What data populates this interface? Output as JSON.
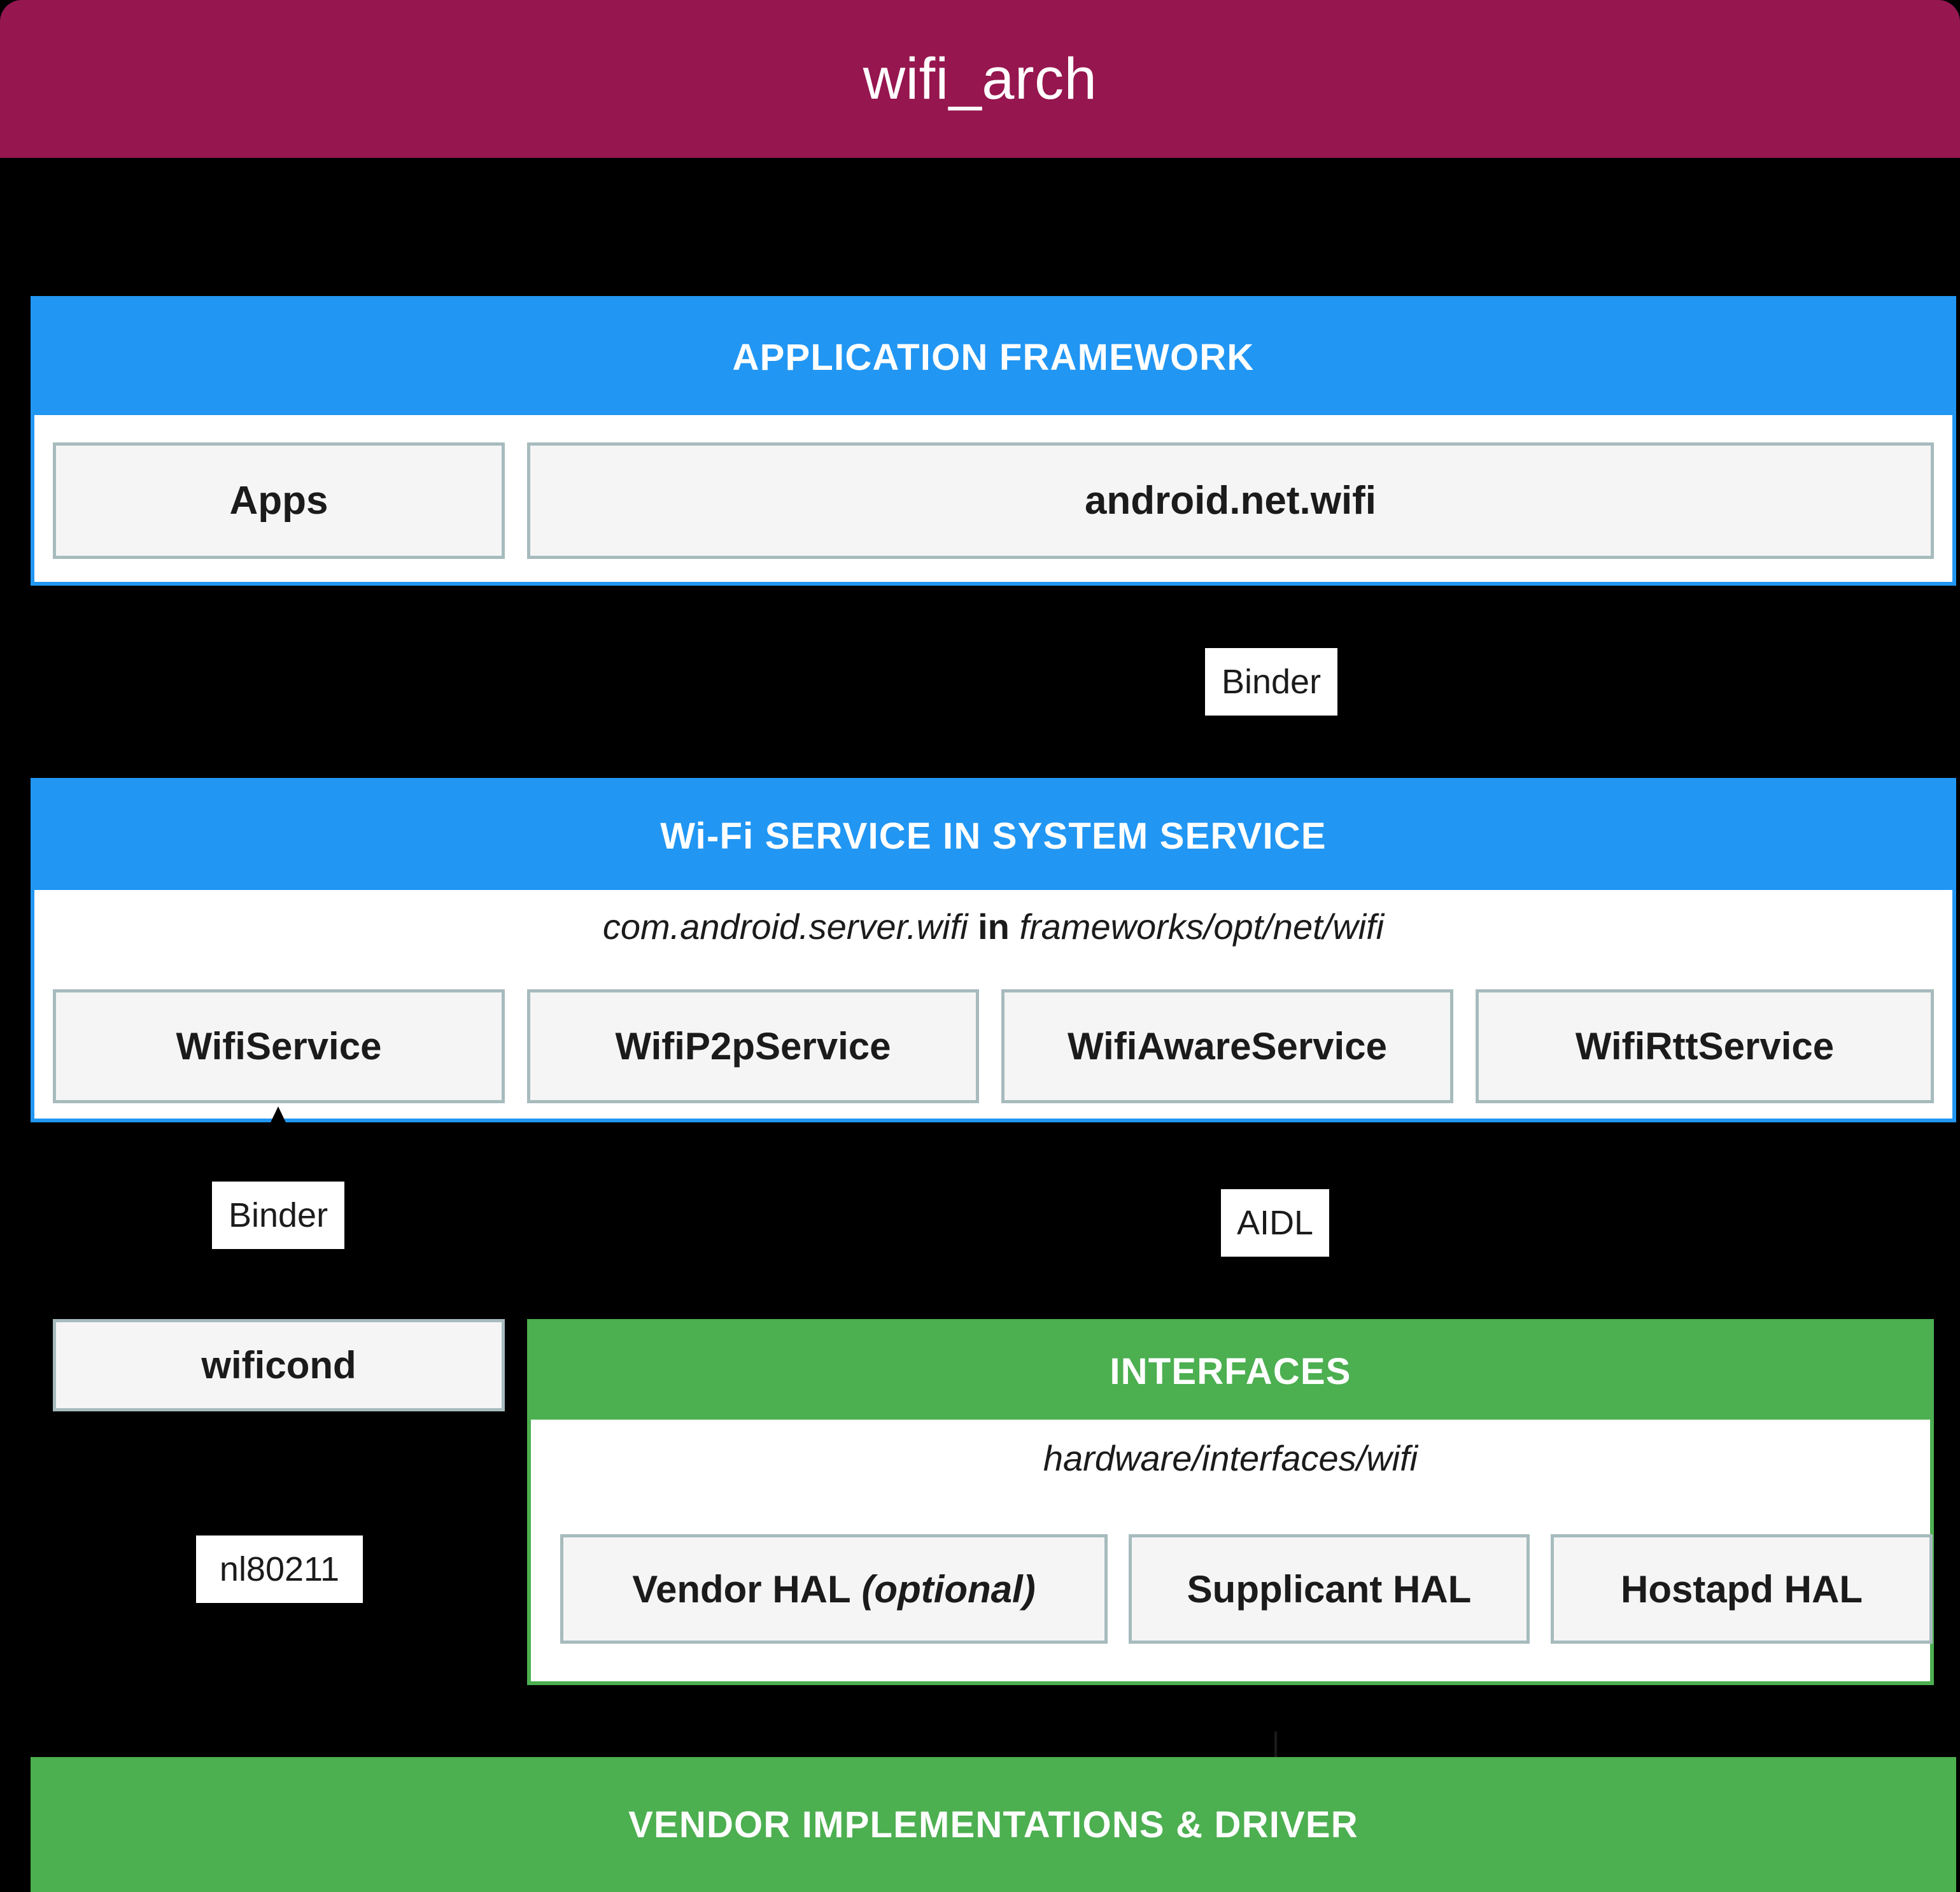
{
  "window": {
    "title": "wifi_arch",
    "title_bar_color": "#96164f",
    "background_color": "#000000"
  },
  "colors": {
    "framework_accent": "#2196f3",
    "vendor_accent": "#4caf50",
    "box_fill": "#f5f5f5",
    "box_border": "#a7bbbd",
    "text": "#1b1b1b"
  },
  "layers": {
    "application_framework": {
      "header": "APPLICATION FRAMEWORK",
      "boxes": [
        {
          "label": "Apps"
        },
        {
          "label": "android.net.wifi"
        }
      ]
    },
    "wifi_service": {
      "header": "Wi-Fi SERVICE IN SYSTEM SERVICE",
      "path_prefix": "com.android.server.wifi",
      "path_joiner": "in",
      "path_suffix": "frameworks/opt/net/wifi",
      "boxes": [
        {
          "label": "WifiService"
        },
        {
          "label": "WifiP2pService"
        },
        {
          "label": "WifiAwareService"
        },
        {
          "label": "WifiRttService"
        }
      ]
    },
    "wificond": {
      "label": "wificond"
    },
    "interfaces": {
      "header": "INTERFACES",
      "path": "hardware/interfaces/wifi",
      "boxes": [
        {
          "label": "Vendor HAL",
          "optional_suffix": "(optional)"
        },
        {
          "label": "Supplicant HAL",
          "optional_suffix": ""
        },
        {
          "label": "Hostapd HAL",
          "optional_suffix": ""
        }
      ]
    },
    "vendor": {
      "header": "VENDOR IMPLEMENTATIONS & DRIVER"
    }
  },
  "connectors": [
    {
      "id": "binder-framework-to-service",
      "label": "Binder"
    },
    {
      "id": "binder-service-to-wificond",
      "label": "Binder"
    },
    {
      "id": "aidl-service-to-interfaces",
      "label": "AIDL"
    },
    {
      "id": "nl80211-wificond-to-driver",
      "label": "nl80211"
    }
  ]
}
